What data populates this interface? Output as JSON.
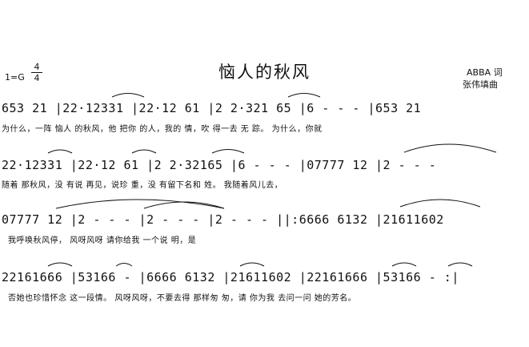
{
  "title": "恼人的秋风",
  "key": "1=G",
  "time_signature": {
    "top": "4",
    "bottom": "4"
  },
  "credits": {
    "lyricist": "ABBA 词",
    "composer": "张伟填曲"
  },
  "lines": [
    {
      "notes": "653 21 |22·12331 |22·12 61 |2 2·321 65 |6 - - - |653 21",
      "lyrics": "为什么，一阵 恼人 的秋风，他 把你 的人，我的 情，吹 得一去 无 踪。       为什么，你就"
    },
    {
      "notes": "22·12331 |22·12 61 |2 2·32165 |6 - - - |07777 12 |2 - - -",
      "lyrics": "随着 那秋风，没 有说 再见，说珍 重，没 有留下名和 姓。      我随着风儿去，"
    },
    {
      "notes": "07777 12 |2 - - - |2 - - - |2 - - - ||:6666 6132 |21611602",
      "lyrics": "我呼唤秋风停，                                   风呀风呀  请你给我      一个说 明，是"
    },
    {
      "notes": "22161666 |53166 - |6666 6132 |21611602 |22161666 |53166 - :|",
      "lyrics": "否她也珍惜怀念  这一段情。    风呀风呀，不要去得    那样匆 匆，请  你为我  去问一问  她的芳名。"
    }
  ]
}
